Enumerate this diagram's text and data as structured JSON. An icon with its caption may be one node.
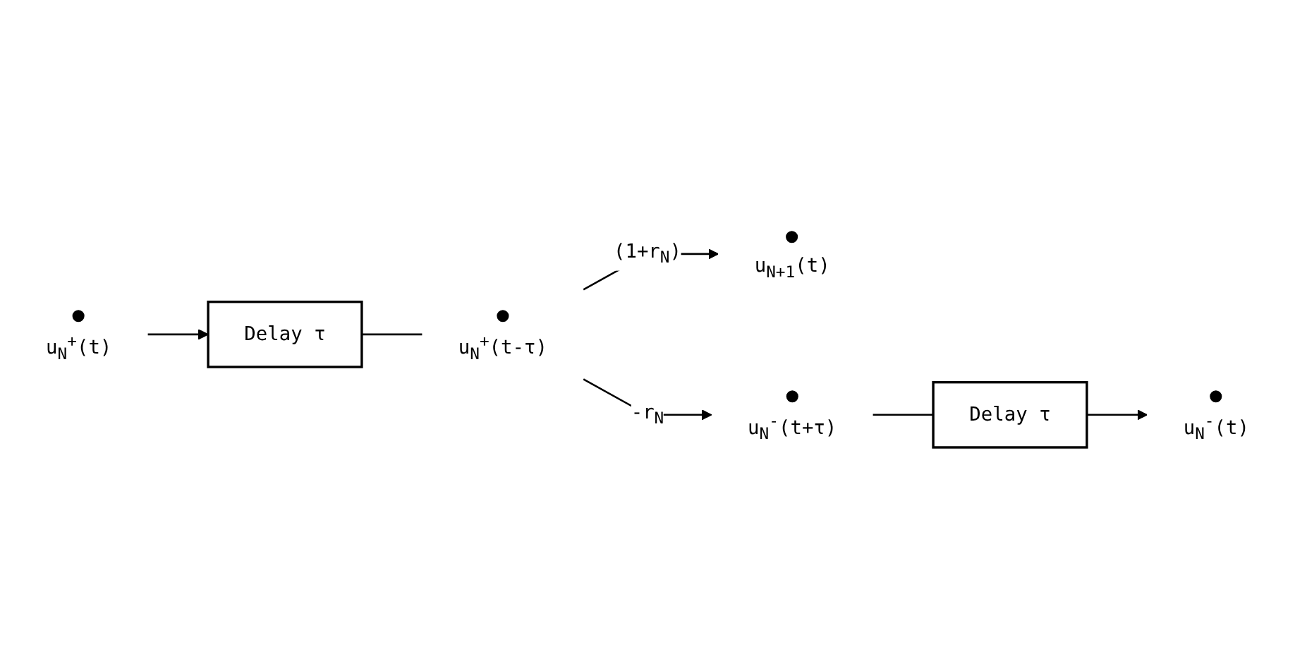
{
  "diagram": {
    "nodes": [
      {
        "text": [],
        "shape": "circle",
        "beside": [
          "u$_{N}$$^{+}$(t)"
        ]
      },
      {
        "text": [
          "Delay τ"
        ]
      },
      {
        "text": [],
        "shape": "circle",
        "beside": [
          "u$_{N}$$^{+}$(t-τ)"
        ]
      },
      {
        "text": [],
        "shape": "circle",
        "beside": [
          "u$_{N+1}$(t)"
        ]
      },
      {
        "text": [],
        "shape": "circle",
        "beside": [
          "u$_{N}$$^{-}$(t+τ)"
        ]
      },
      {
        "text": [
          "Delay τ"
        ]
      },
      {
        "text": [],
        "shape": "circle",
        "beside": [
          "u$_{N}$$^{-}$(t)"
        ]
      }
    ],
    "edges": [
      {
        "from": 0,
        "to": 1,
        "arrow": "to"
      },
      {
        "from": 1,
        "to": 2,
        "arrow": "none"
      },
      {
        "from": 2,
        "to": 3,
        "arrow": "to",
        "label": "(1+r$_{N}$)"
      },
      {
        "from": 2,
        "to": 4,
        "arrow": "to",
        "label": "-r$_{N}$"
      },
      {
        "from": 4,
        "to": 5,
        "arrow": "none"
      },
      {
        "from": 5,
        "to": 6,
        "arrow": "to"
      }
    ]
  }
}
